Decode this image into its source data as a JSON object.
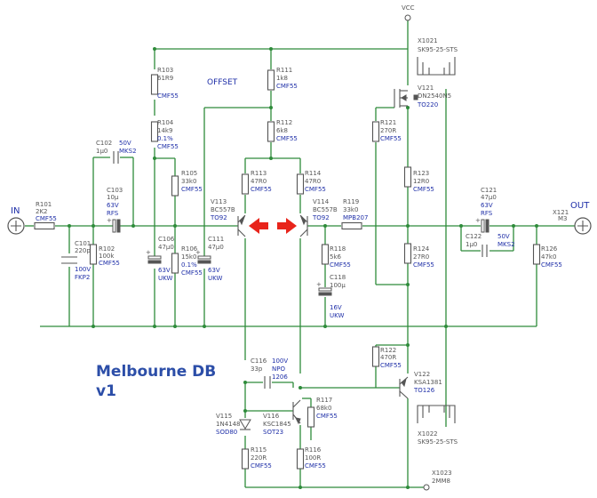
{
  "title": [
    "Melbourne DB",
    "v1"
  ],
  "offset_label": "OFFSET",
  "ports": {
    "in": "IN",
    "out": "OUT",
    "vcc": "VCC"
  },
  "components": {
    "X1021": [
      "X1021",
      "SK95-25-STS"
    ],
    "X1022": [
      "X1022",
      "SK95-25-STS"
    ],
    "X1023": [
      "X1023",
      "2MM8"
    ],
    "X121": [
      "X121",
      "M3"
    ],
    "R101": [
      "R101",
      "2K2",
      "CMF55"
    ],
    "C101": [
      "C101",
      "220p",
      "100V",
      "FKP2"
    ],
    "R102": [
      "R102",
      "100k",
      "CMF55"
    ],
    "C102": [
      "C102",
      "1μ0",
      "50V",
      "MKS2"
    ],
    "C103": [
      "C103",
      "10μ",
      "63V",
      "RFS"
    ],
    "R103": [
      "R103",
      "61R9",
      "CMF55"
    ],
    "R104": [
      "R104",
      "14k9",
      "0.1%",
      "CMF55"
    ],
    "R105": [
      "R105",
      "33k0",
      "CMF55"
    ],
    "C106": [
      "C106",
      "47μ0",
      "63V",
      "UKW"
    ],
    "R106": [
      "R106",
      "15k0",
      "0.1%",
      "CMF55"
    ],
    "C111": [
      "C111",
      "47μ0",
      "63V",
      "UKW"
    ],
    "R111": [
      "R111",
      "1k8",
      "CMF55"
    ],
    "R112": [
      "R112",
      "6k8",
      "CMF55"
    ],
    "R113": [
      "R113",
      "47R0",
      "CMF55"
    ],
    "R114": [
      "R114",
      "47R0",
      "CMF55"
    ],
    "V113": [
      "V113",
      "BC557B",
      "TO92"
    ],
    "V114": [
      "V114",
      "BC557B",
      "TO92"
    ],
    "R118": [
      "R118",
      "5k6",
      "CMF55"
    ],
    "C118": [
      "C118",
      "100μ",
      "16V",
      "UKW"
    ],
    "R119": [
      "R119",
      "33k0",
      "MPB207"
    ],
    "V121": [
      "V121",
      "DN2540N5",
      "TO220"
    ],
    "R121": [
      "R121",
      "270R",
      "CMF55"
    ],
    "R123": [
      "R123",
      "12R0",
      "CMF55"
    ],
    "R124": [
      "R124",
      "27R0",
      "CMF55"
    ],
    "C121": [
      "C121",
      "47μ0",
      "63V",
      "RFS"
    ],
    "C122": [
      "C122",
      "1μ0",
      "50V",
      "MKS2"
    ],
    "R126": [
      "R126",
      "47k0",
      "CMF55"
    ],
    "R122": [
      "R122",
      "470R",
      "CMF55"
    ],
    "V122": [
      "V122",
      "KSA1381",
      "TO126"
    ],
    "C116": [
      "C116",
      "33p",
      "100V",
      "NPO",
      "1206"
    ],
    "V115": [
      "V115",
      "1N4148",
      "SOD80"
    ],
    "V116": [
      "V116",
      "KSC1845",
      "SOT23"
    ],
    "R117": [
      "R117",
      "68k0",
      "CMF55"
    ],
    "R115": [
      "R115",
      "220R",
      "CMF55"
    ],
    "R116": [
      "R116",
      "100R",
      "CMF55"
    ]
  },
  "colors": {
    "wire": "#2e8b3a",
    "component": "#555555",
    "label_blue": "#1f2fa8",
    "arrow": "#e8241b"
  }
}
